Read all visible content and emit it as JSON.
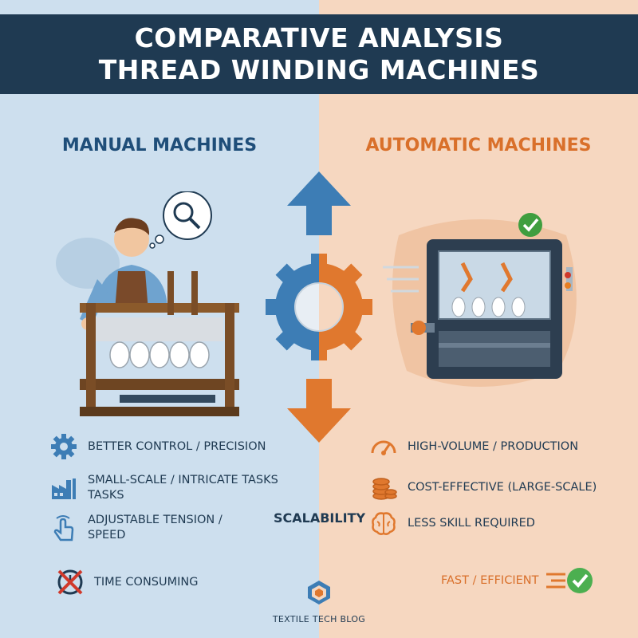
{
  "header": {
    "title_line1": "COMPARATIVE ANALYSIS",
    "title_line2": "THREAD WINDING MACHINES"
  },
  "left": {
    "title": "MANUAL MACHINES",
    "features": [
      {
        "icon": "gear-icon",
        "label": "BETTER CONTROL / PRECISION"
      },
      {
        "icon": "factory-icon",
        "label_line1": "SMALL-SCALE / INTRICATE TASKS",
        "label_line2": "TASKS"
      },
      {
        "icon": "hand-touch-icon",
        "label_line1": "ADJUSTABLE TENSION /",
        "label_line2": "SPEED"
      }
    ],
    "drawback": {
      "icon": "clock-crossed-icon",
      "label": "TIME CONSUMING"
    }
  },
  "right": {
    "title": "AUTOMATIC MACHINES",
    "features": [
      {
        "icon": "speedometer-icon",
        "label": "HIGH-VOLUME / PRODUCTION"
      },
      {
        "icon": "coins-icon",
        "label": "COST-EFFECTIVE (LARGE-SCALE)"
      },
      {
        "icon": "brain-icon",
        "label": "LESS SKILL REQUIRED"
      }
    ],
    "benefit": {
      "icon": "speed-check-icon",
      "label": "FAST / EFFICIENT"
    }
  },
  "center": {
    "scalability_label": "SCALABILITY"
  },
  "footer": {
    "label": "TEXTILE TECH BLOG",
    "icon": "blog-logo-icon"
  },
  "colors": {
    "navy": "#1f3a52",
    "blue": "#3d7db5",
    "orange": "#e0782e",
    "left_bg": "#cddfee",
    "right_bg": "#f6d7c0"
  }
}
